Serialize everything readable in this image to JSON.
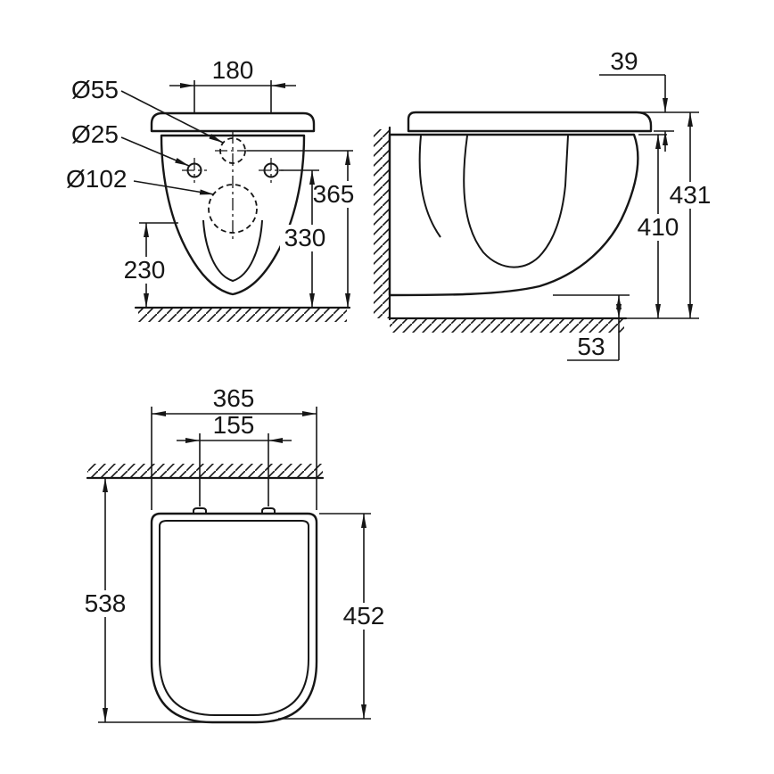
{
  "colors": {
    "ink": "#161616",
    "paper": "#ffffff"
  },
  "views": {
    "front": {
      "dims": {
        "hole_top": "Ø55",
        "hole_side": "Ø25",
        "outlet": "Ø102",
        "hole_spacing": "180",
        "height_top_hole": "365",
        "height_side_holes": "330",
        "height_bowl_bottom": "230"
      }
    },
    "side": {
      "dims": {
        "seat_thickness": "39",
        "height_seat_top": "431",
        "height_rim": "410",
        "floor_gap": "53"
      }
    },
    "plan": {
      "dims": {
        "width": "365",
        "hinge_spacing": "155",
        "depth_from_wall": "538",
        "seat_length": "452"
      }
    }
  }
}
